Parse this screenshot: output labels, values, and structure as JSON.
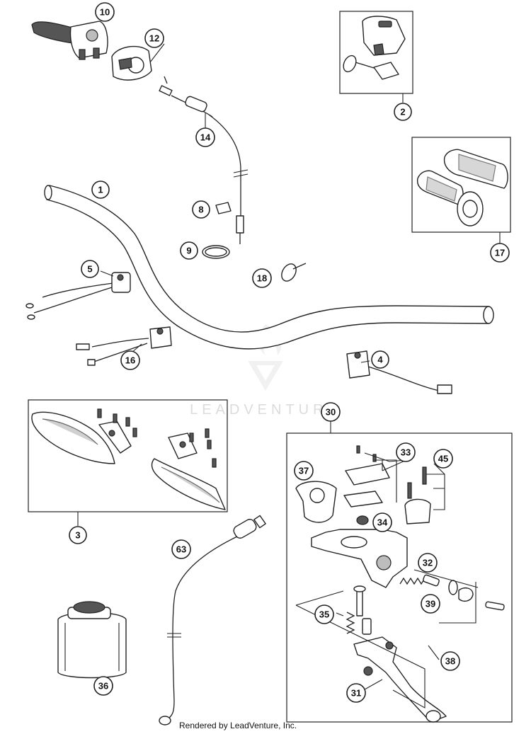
{
  "watermark": "LEADVENTURE",
  "credit": "Rendered by LeadVenture, Inc.",
  "callouts": {
    "c1": "1",
    "c2": "2",
    "c3": "3",
    "c4": "4",
    "c5": "5",
    "c8": "8",
    "c9": "9",
    "c10": "10",
    "c12": "12",
    "c14": "14",
    "c16": "16",
    "c17": "17",
    "c18": "18",
    "c30": "30",
    "c31": "31",
    "c32": "32",
    "c33": "33",
    "c34": "34",
    "c35": "35",
    "c36": "36",
    "c37": "37",
    "c38": "38",
    "c39": "39",
    "c45": "45",
    "c63": "63"
  }
}
